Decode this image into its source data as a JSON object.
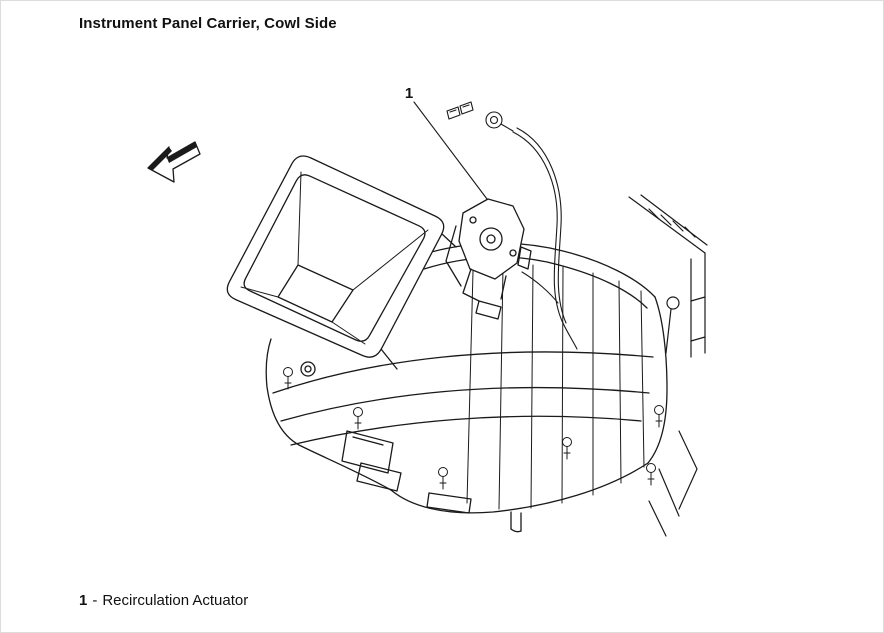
{
  "figure": {
    "title": "Instrument Panel Carrier, Cowl Side",
    "callout_number": "1"
  },
  "legend": {
    "number": "1",
    "separator": "-",
    "label": "Recirculation Actuator"
  },
  "icons": {
    "direction_arrow": "direction-arrow-icon"
  },
  "colors": {
    "line": "#1a1a1a",
    "background": "#ffffff"
  }
}
